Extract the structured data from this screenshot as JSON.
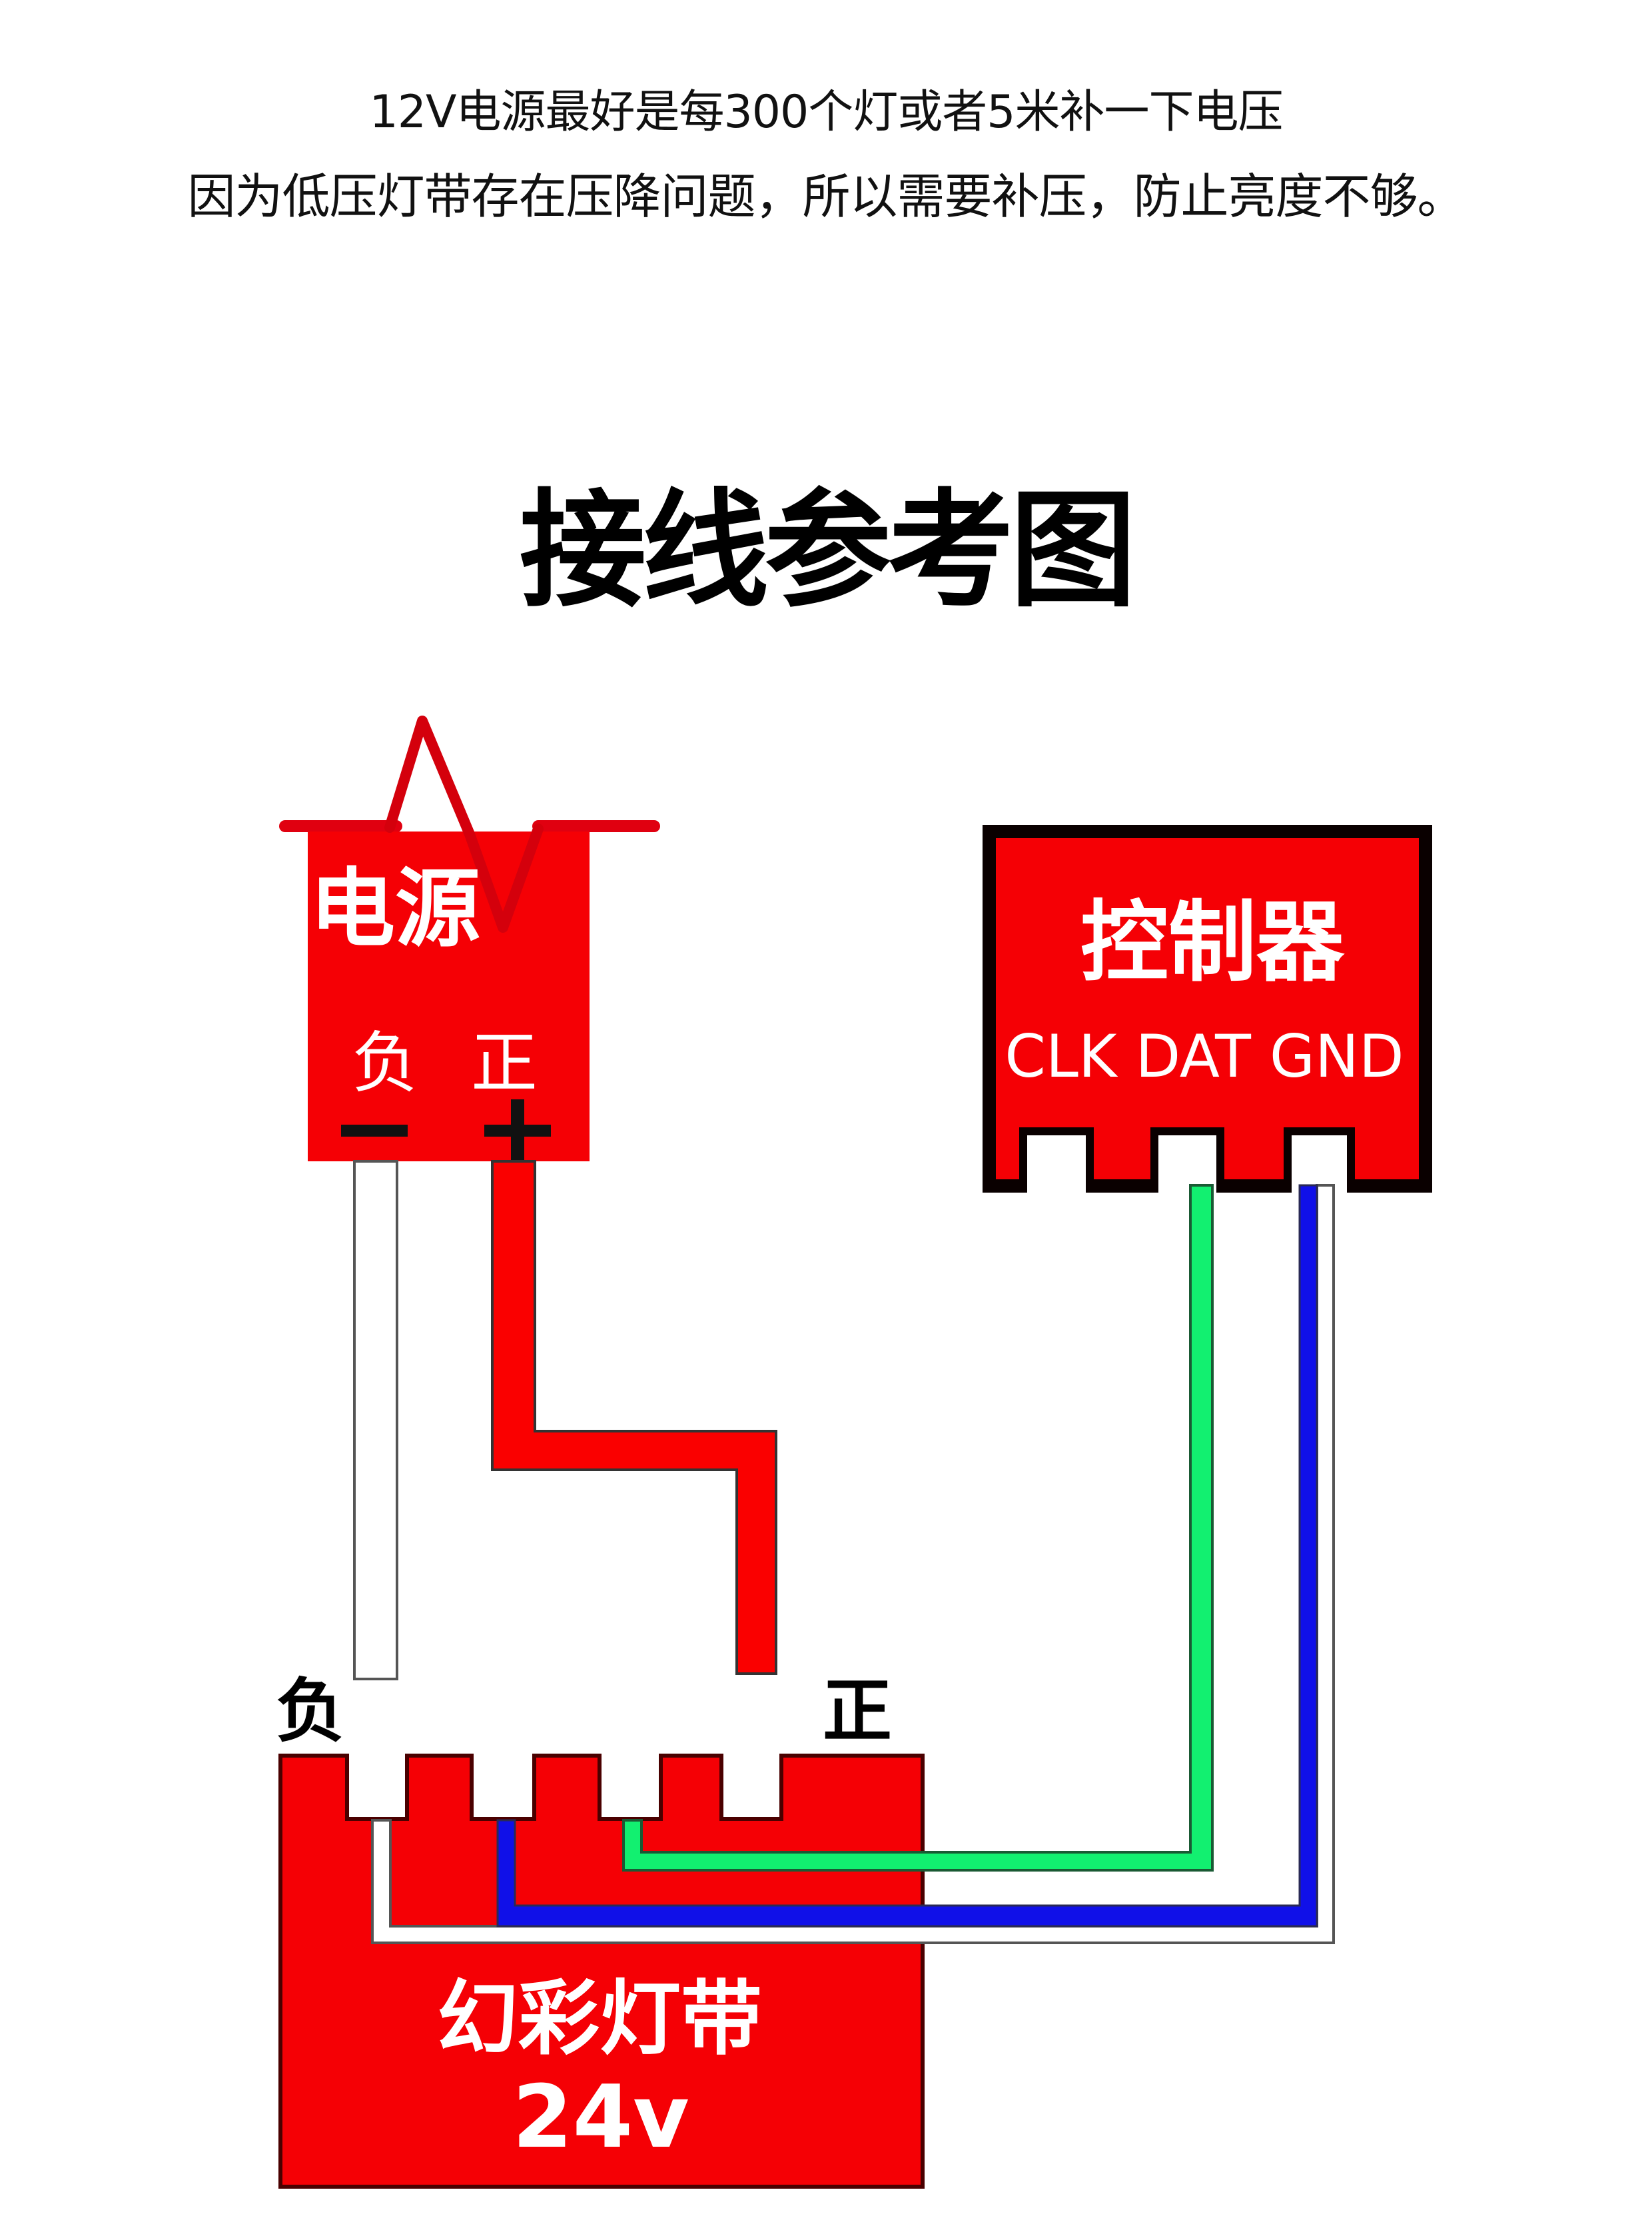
{
  "notes": {
    "line1": "12V电源最好是每300个灯或者5米补一下电压",
    "line2": "因为低压灯带存在压降问题，所以需要补压，防止亮度不够。"
  },
  "title": "接线参考图",
  "power_supply": {
    "label": "电源",
    "negative_label": "负",
    "positive_label": "正",
    "negative_symbol": "−",
    "positive_symbol": "+"
  },
  "controller": {
    "label": "控制器",
    "pins": "CLK DAT GND"
  },
  "led_strip": {
    "label": "幻彩灯带",
    "voltage": "24v",
    "negative_label": "负",
    "positive_label": "正"
  },
  "colors": {
    "device_red": "#f50005",
    "wire_red": "#fa0000",
    "wire_white": "#ffffff",
    "wire_green": "#12f070",
    "wire_blue": "#1010e8",
    "outline": "#333333"
  }
}
